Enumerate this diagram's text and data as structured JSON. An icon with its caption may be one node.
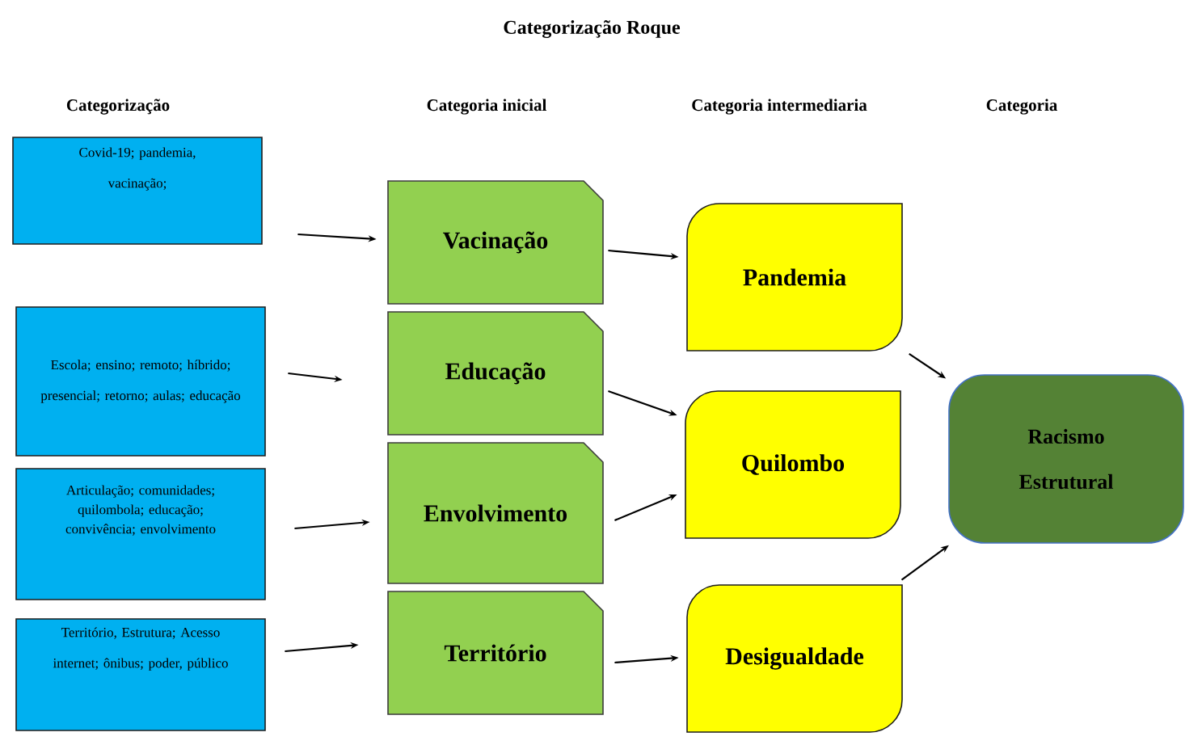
{
  "diagram": {
    "title": "Categorização Roque",
    "nodes": [
      {
        "text": [
          "Covid-19; pandemia, vacinação;"
        ]
      },
      {
        "text": [
          "Escola; ensino; remoto; híbrido; presencial; retorno; aulas; educação"
        ]
      },
      {
        "text": [
          "Articulação; comunidades; quilombola; educação; convivência; envolvimento"
        ]
      },
      {
        "text": [
          "Território, Estrutura; Acesso internet; ônibus; poder, público"
        ]
      },
      {
        "text": [
          "Vacinação"
        ]
      },
      {
        "text": [
          "Educação"
        ]
      },
      {
        "text": [
          "Envolvimento"
        ]
      },
      {
        "text": [
          "Território"
        ]
      },
      {
        "text": [
          "Pandemia"
        ]
      },
      {
        "text": [
          "Quilombo"
        ]
      },
      {
        "text": [
          "Desigualdade"
        ]
      },
      {
        "text": [
          "Racismo Estrutural"
        ]
      }
    ],
    "edges": [
      {
        "from": 0,
        "to": 4,
        "arrow": "to"
      },
      {
        "from": 1,
        "to": 5,
        "arrow": "to"
      },
      {
        "from": 2,
        "to": 6,
        "arrow": "to"
      },
      {
        "from": 3,
        "to": 7,
        "arrow": "to"
      },
      {
        "from": 4,
        "to": 8,
        "arrow": "to"
      },
      {
        "from": 5,
        "to": 9,
        "arrow": "to"
      },
      {
        "from": 6,
        "to": 9,
        "arrow": "to"
      },
      {
        "from": 7,
        "to": 10,
        "arrow": "to"
      },
      {
        "from": 8,
        "to": 11,
        "arrow": "to"
      },
      {
        "from": 10,
        "to": 11,
        "arrow": "to"
      }
    ],
    "labels": [
      "Categorização",
      "Categoria inicial",
      "Categoria intermediaria",
      "Categoria"
    ]
  }
}
